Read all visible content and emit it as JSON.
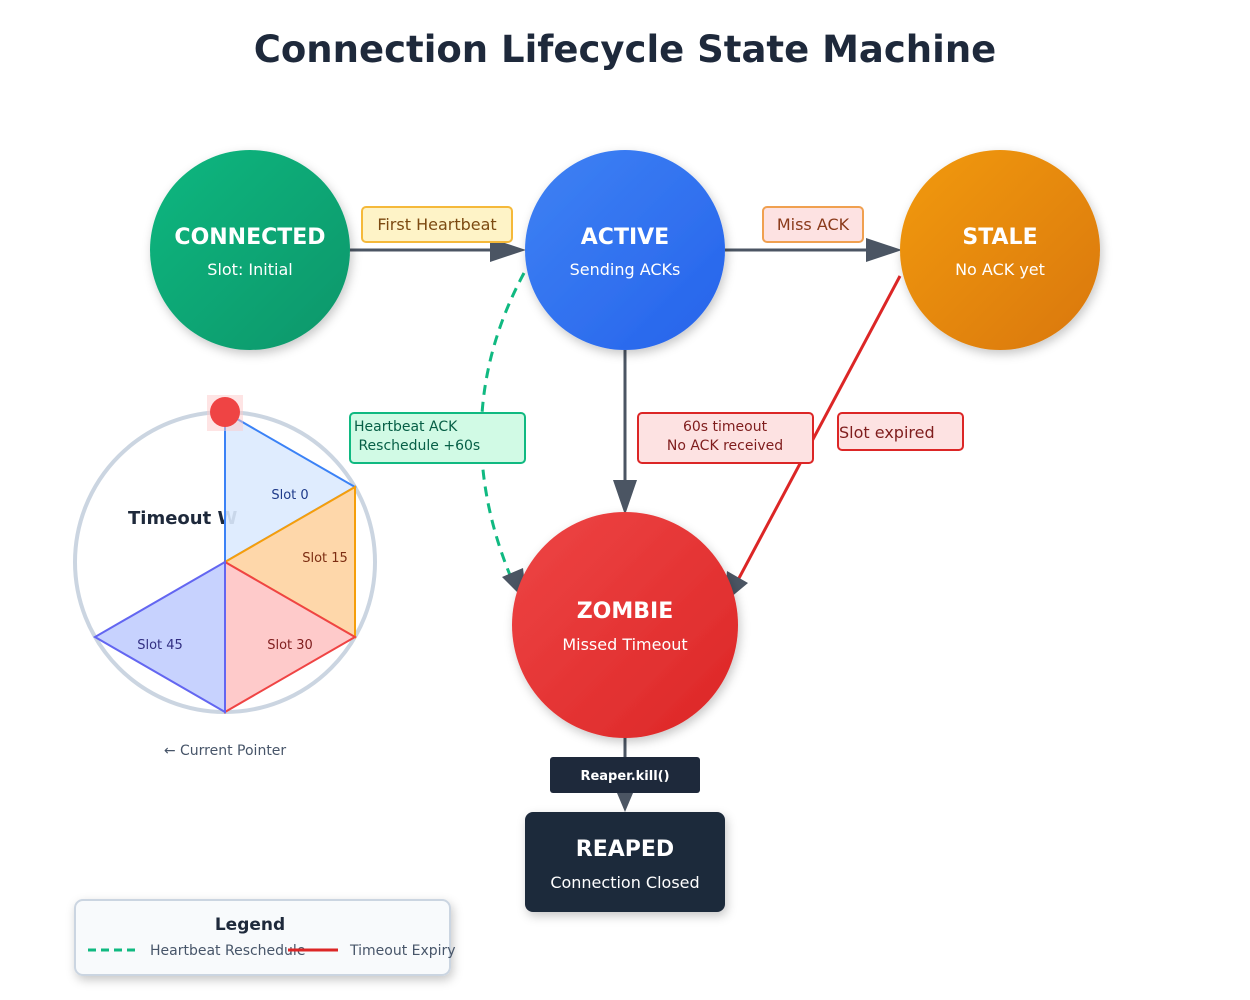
{
  "title": "Connection Lifecycle State Machine",
  "states": {
    "connected": {
      "name": "CONNECTED",
      "sub": "Slot: Initial"
    },
    "active": {
      "name": "ACTIVE",
      "sub": "Sending ACKs"
    },
    "stale": {
      "name": "STALE",
      "sub": "No ACK yet"
    },
    "zombie": {
      "name": "ZOMBIE",
      "sub": "Missed Timeout"
    },
    "reaped": {
      "name": "REAPED",
      "sub": "Connection Closed"
    }
  },
  "transitions": {
    "first_heartbeat": "First Heartbeat",
    "miss_ack": "Miss ACK",
    "heartbeat_ack_line1": "Heartbeat ACK",
    "heartbeat_ack_line2": " Reschedule +60s",
    "timeout_line1": "60s timeout",
    "timeout_line2": "No ACK received",
    "slot_expired": "Slot expired",
    "reaper_kill": "Reaper.kill()"
  },
  "wheel": {
    "title": "Timeout W",
    "slots": [
      "Slot 0",
      "Slot 15",
      "Slot 30",
      "Slot 45"
    ],
    "pointer_label": "← Current Pointer"
  },
  "legend": {
    "title": "Legend",
    "items": [
      {
        "label": "Heartbeat Reschedule",
        "color": "#10b981",
        "style": "dashed"
      },
      {
        "label": "Timeout Expiry",
        "color": "#dc2626",
        "style": "solid"
      }
    ]
  },
  "colors": {
    "connected": "#10a872",
    "active": "#3374f0",
    "stale": "#e98f0c",
    "zombie": "#e23636",
    "reaped": "#1e293b",
    "arrow": "#4b5563"
  }
}
